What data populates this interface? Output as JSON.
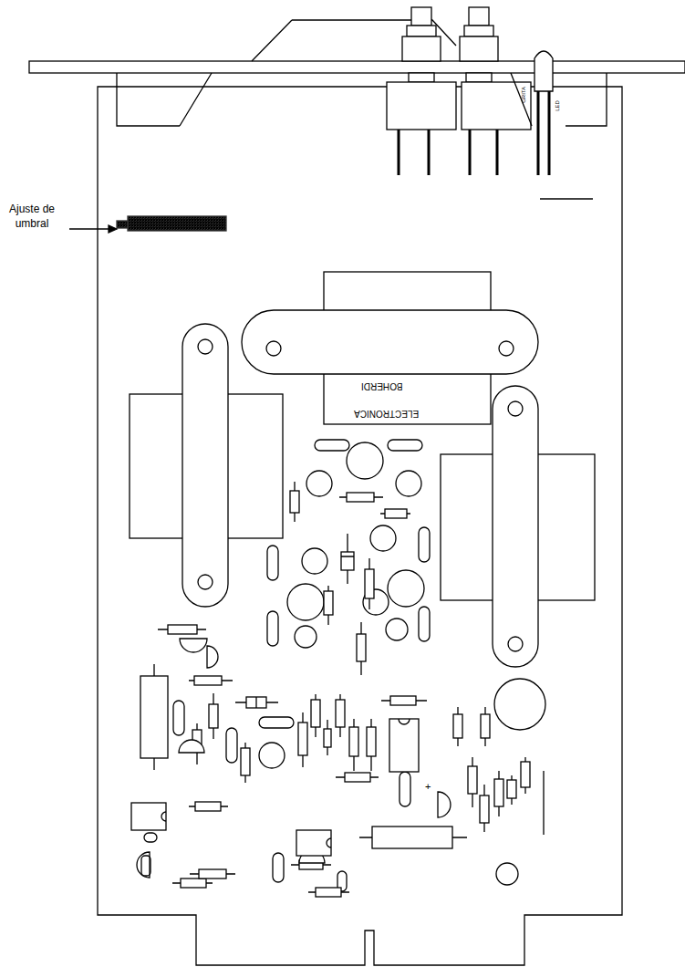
{
  "diagram": {
    "labels": [
      "Ajuste de umbral",
      "ELECTRONICA",
      "BOHERDI",
      "GRITA",
      "LED"
    ]
  }
}
